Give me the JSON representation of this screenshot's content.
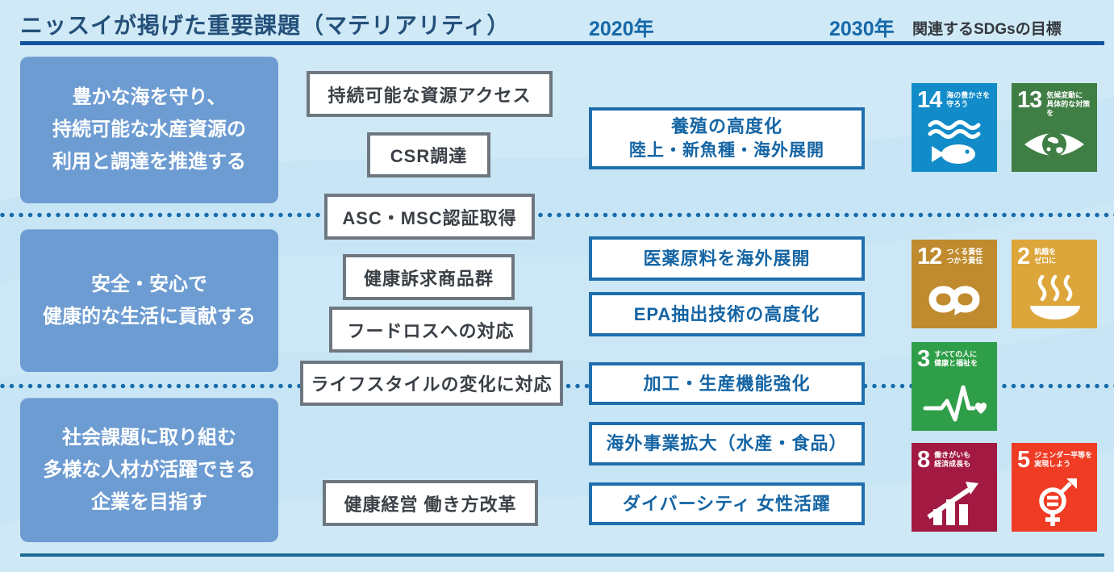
{
  "header": {
    "title": "ニッスイが掲げた重要課題（マテリアリティ）",
    "col_2020": "2020年",
    "col_2030": "2030年",
    "col_sdgs": "関連するSDGsの目標"
  },
  "materiality": [
    {
      "lines": [
        "豊かな海を守り、",
        "持続可能な水産資源の",
        "利用と調達を推進する"
      ]
    },
    {
      "lines": [
        "安全・安心で",
        "健康的な生活に貢献する"
      ]
    },
    {
      "lines": [
        "社会課題に取り組む",
        "多様な人材が活躍できる",
        "企業を目指す"
      ]
    }
  ],
  "items_2020": [
    "持続可能な資源アクセス",
    "CSR調達",
    "ASC・MSC認証取得",
    "健康訴求商品群",
    "フードロスへの対応",
    "ライフスタイルの変化に対応",
    "健康経営 働き方改革"
  ],
  "items_2030": [
    {
      "lines": [
        "養殖の高度化",
        "陸上・新魚種・海外展開"
      ]
    },
    {
      "lines": [
        "医薬原料を海外展開"
      ]
    },
    {
      "lines": [
        "EPA抽出技術の高度化"
      ]
    },
    {
      "lines": [
        "加工・生産機能強化"
      ]
    },
    {
      "lines": [
        "海外事業拡大（水産・食品）"
      ]
    },
    {
      "lines": [
        "ダイバーシティ 女性活躍"
      ]
    }
  ],
  "sdgs": [
    {
      "number": "14",
      "lines": [
        "海の豊かさを",
        "守ろう"
      ],
      "color": "#128bc9",
      "icon": "waves-fish-icon"
    },
    {
      "number": "13",
      "lines": [
        "気候変動に",
        "具体的な対策を"
      ],
      "color": "#3f7e44",
      "icon": "eye-globe-icon"
    },
    {
      "number": "12",
      "lines": [
        "つくる責任",
        "つかう責任"
      ],
      "color": "#bf8b2e",
      "icon": "infinity-arrow-icon"
    },
    {
      "number": "2",
      "lines": [
        "飢餓を",
        "ゼロに"
      ],
      "color": "#dda63a",
      "icon": "steam-bowl-icon"
    },
    {
      "number": "3",
      "lines": [
        "すべての人に",
        "健康と福祉を"
      ],
      "color": "#2f9e48",
      "icon": "heartbeat-heart-icon"
    },
    {
      "number": "8",
      "lines": [
        "働きがいも",
        "経済成長も"
      ],
      "color": "#a21942",
      "icon": "growth-chart-icon"
    },
    {
      "number": "5",
      "lines": [
        "ジェンダー平等を",
        "実現しよう"
      ],
      "color": "#f03c25",
      "icon": "gender-equality-icon"
    }
  ],
  "colors": {
    "background": "#c7e5f5",
    "header_rule": "#11549c",
    "bottom_rule": "#176a94",
    "dot_line": "#1a6dad",
    "materiality_fill": "#6d9cd2",
    "box2020_border": "#6e777f",
    "box2020_text": "#3a4046",
    "box2030_border": "#1f6fad",
    "box2030_text": "#1565a4",
    "year_label": "#1668a9"
  }
}
